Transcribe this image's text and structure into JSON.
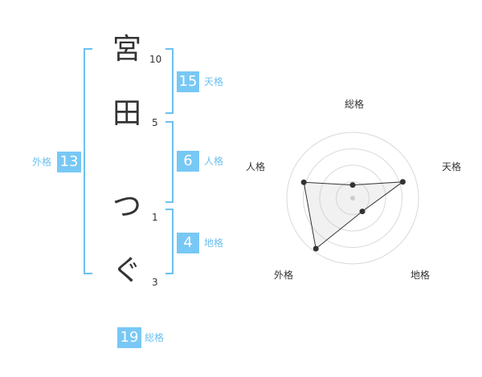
{
  "name": {
    "chars": [
      "宮",
      "田",
      "つ",
      "ぐ"
    ],
    "strokes": [
      "10",
      "5",
      "1",
      "3"
    ]
  },
  "fortune": {
    "ten": {
      "label": "天格",
      "value": "15"
    },
    "jin": {
      "label": "人格",
      "value": "6"
    },
    "chi": {
      "label": "地格",
      "value": "4"
    },
    "gai": {
      "label": "外格",
      "value": "13"
    },
    "so": {
      "label": "総格",
      "value": "19"
    }
  },
  "colors": {
    "accent": "#78c8f5",
    "bracket": "#6cc0f0",
    "text": "#333333"
  },
  "chart_data": {
    "type": "radar",
    "axes": [
      "総格",
      "天格",
      "地格",
      "外格",
      "人格"
    ],
    "values": [
      0.2,
      0.8,
      0.25,
      0.95,
      0.78
    ],
    "rings": 4,
    "max": 1
  }
}
